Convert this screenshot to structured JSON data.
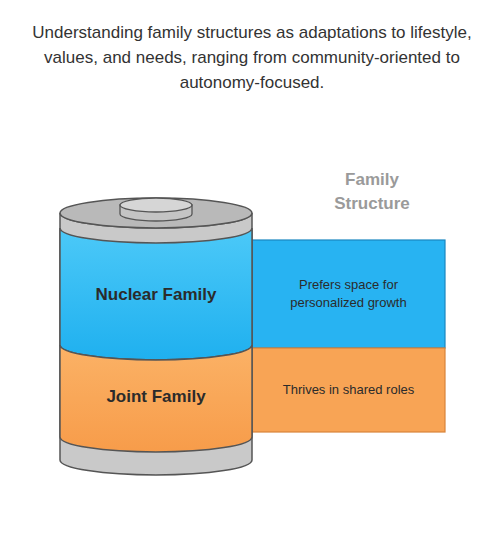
{
  "diagram": {
    "title": "Understanding family structures as adaptations to lifestyle, values, and needs, ranging from community-oriented to autonomy-focused.",
    "nodes": [
      {
        "text": [
          "Nuclear Family"
        ]
      },
      {
        "text": [
          "Prefers space for personalized growth"
        ]
      },
      {
        "text": [
          "Joint Family"
        ]
      },
      {
        "text": [
          "Thrives in shared roles"
        ]
      }
    ],
    "labels": [
      "Family Structure"
    ]
  }
}
